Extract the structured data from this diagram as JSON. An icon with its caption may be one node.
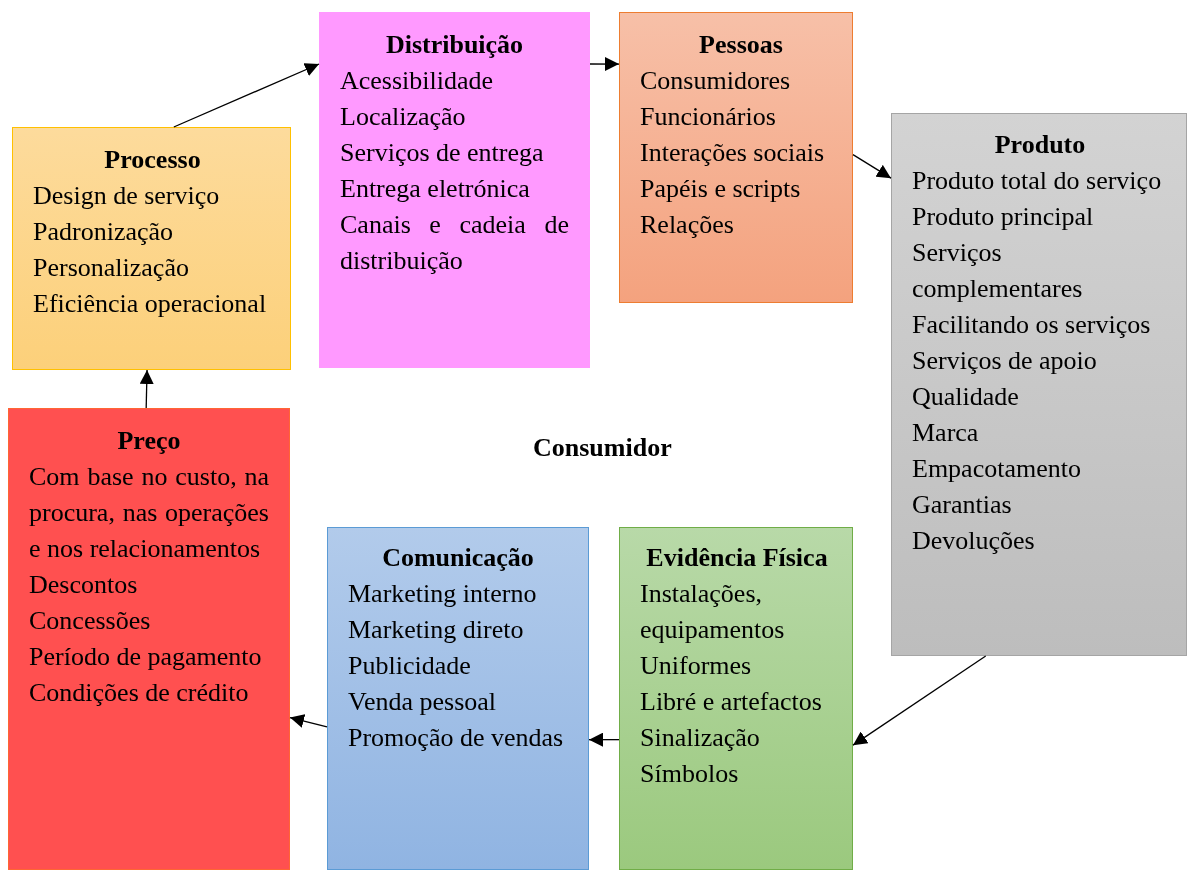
{
  "diagram": {
    "nodes": [
      {
        "text": [
          "Processo",
          "Design de serviço",
          "Padronização",
          "Personalização",
          "Eficiência operacional"
        ]
      },
      {
        "text": [
          "Distribuição",
          "Acessibilidade",
          "Localização",
          "Serviços de entrega",
          "Entrega eletrónica",
          "Canais e cadeia de distribuição"
        ]
      },
      {
        "text": [
          "Pessoas",
          "Consumidores",
          "Funcionários",
          "Interações sociais",
          "Papéis e scripts",
          "Relações"
        ]
      },
      {
        "text": [
          "Produto",
          "Produto total do serviço",
          "Produto principal",
          "Serviços complementares",
          "Facilitando os serviços",
          "Serviços de apoio",
          "Qualidade",
          "Marca",
          "Empacotamento",
          "Garantias",
          "Devoluções"
        ]
      },
      {
        "text": [
          "Evidência Física",
          "Instalações, equipamentos",
          "Uniformes",
          "Libré e artefactos",
          "Sinalização",
          "Símbolos"
        ]
      },
      {
        "text": [
          "Comunicação",
          "Marketing interno",
          "Marketing direto",
          "Publicidade",
          "Venda pessoal",
          "Promoção de vendas"
        ]
      },
      {
        "text": [
          "Preço",
          "Com base no custo, na procura, nas operações e nos relacionamentos",
          "Descontos",
          "Concessões",
          "Período de pagamento",
          "Condições de crédito"
        ]
      }
    ],
    "edges": [
      {
        "from": 0,
        "to": 1,
        "arrow": "to"
      },
      {
        "from": 1,
        "to": 2,
        "arrow": "to"
      },
      {
        "from": 2,
        "to": 3,
        "arrow": "to"
      },
      {
        "from": 3,
        "to": 4,
        "arrow": "to"
      },
      {
        "from": 4,
        "to": 5,
        "arrow": "to"
      },
      {
        "from": 5,
        "to": 6,
        "arrow": "to"
      },
      {
        "from": 6,
        "to": 0,
        "arrow": "to"
      }
    ],
    "labels": [
      "Consumidor"
    ]
  }
}
